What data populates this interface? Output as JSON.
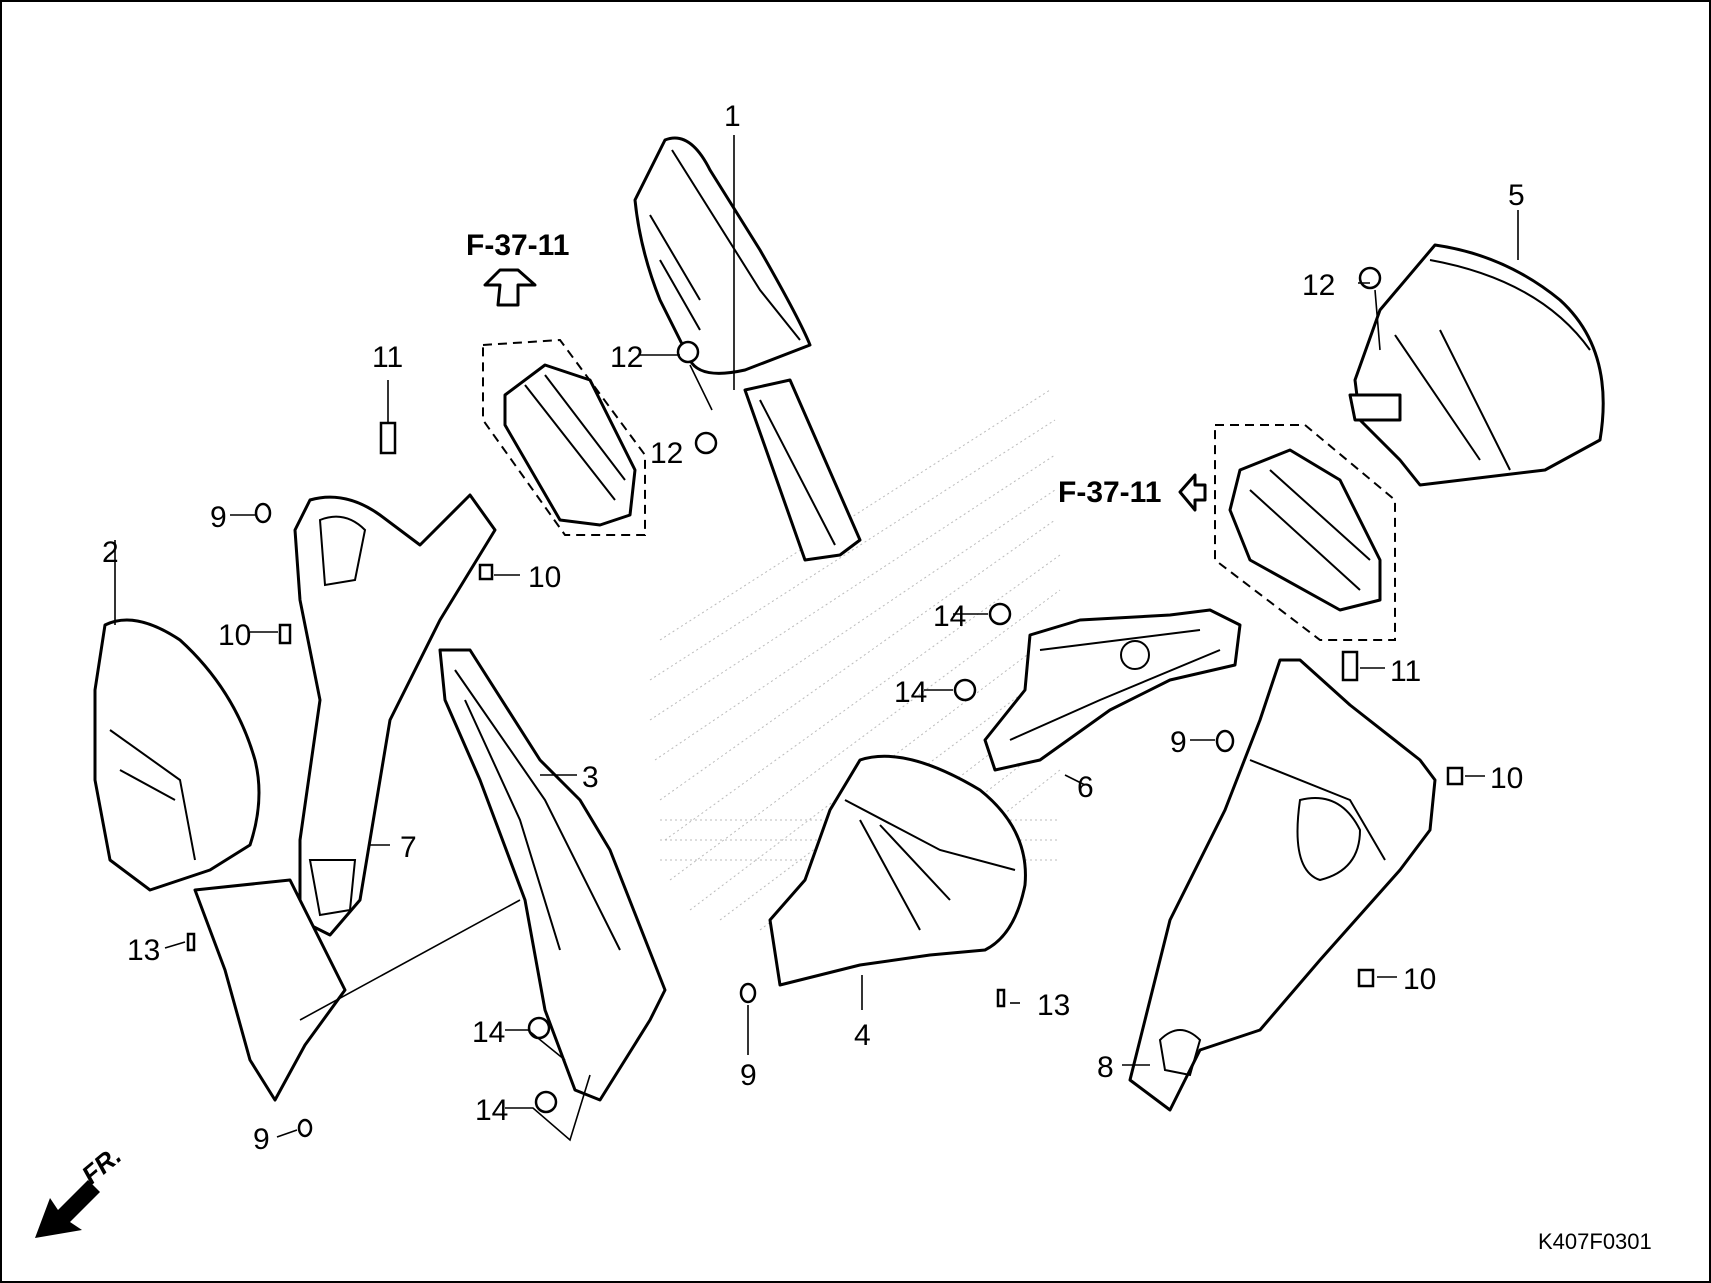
{
  "diagram_code": "K407F0301",
  "direction_label": "FR.",
  "reference_labels": [
    "F-37-11",
    "F-37-11"
  ],
  "part_numbers": {
    "p1": "1",
    "p2": "2",
    "p3": "3",
    "p4": "4",
    "p5": "5",
    "p6": "6",
    "p7": "7",
    "p8": "8",
    "n9a": "9",
    "n9b": "9",
    "n9c": "9",
    "n9d": "9",
    "n10a": "10",
    "n10b": "10",
    "n10c": "10",
    "n10d": "10",
    "n11a": "11",
    "n11b": "11",
    "n12a": "12",
    "n12b": "12",
    "n12c": "12",
    "n13a": "13",
    "n13b": "13",
    "n14a": "14",
    "n14b": "14",
    "n14c": "14",
    "n14d": "14"
  }
}
